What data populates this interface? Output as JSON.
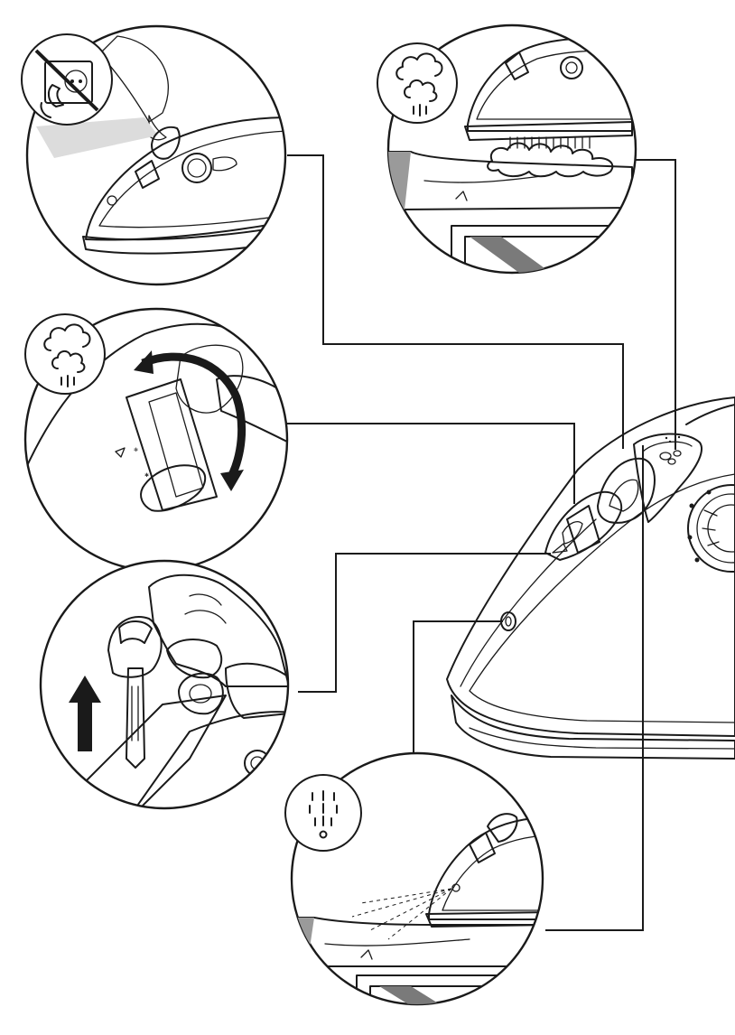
{
  "colors": {
    "ink": "#1a1a1a",
    "iron_body": "#a6a6a6",
    "iron_dark": "#4d4d4d",
    "iron_light": "#d9d9d9",
    "background": "#ffffff"
  },
  "panels": [
    {
      "id": "fill-water",
      "icons": [
        "unplugged-socket-icon",
        "water-jug-icon"
      ]
    },
    {
      "id": "steam-burst",
      "icons": [
        "steam-cloud-icon"
      ]
    },
    {
      "id": "steam-control",
      "icons": [
        "steam-cloud-icon",
        "rotate-arrow-icon"
      ]
    },
    {
      "id": "self-clean",
      "icons": [
        "up-arrow-icon"
      ]
    },
    {
      "id": "spray",
      "icons": [
        "spray-drops-icon"
      ]
    }
  ],
  "main_iron": {
    "icons": [
      "temperature-dial-icon",
      "steam-slider-icon",
      "spray-nozzle-icon",
      "burst-button-icon"
    ]
  }
}
